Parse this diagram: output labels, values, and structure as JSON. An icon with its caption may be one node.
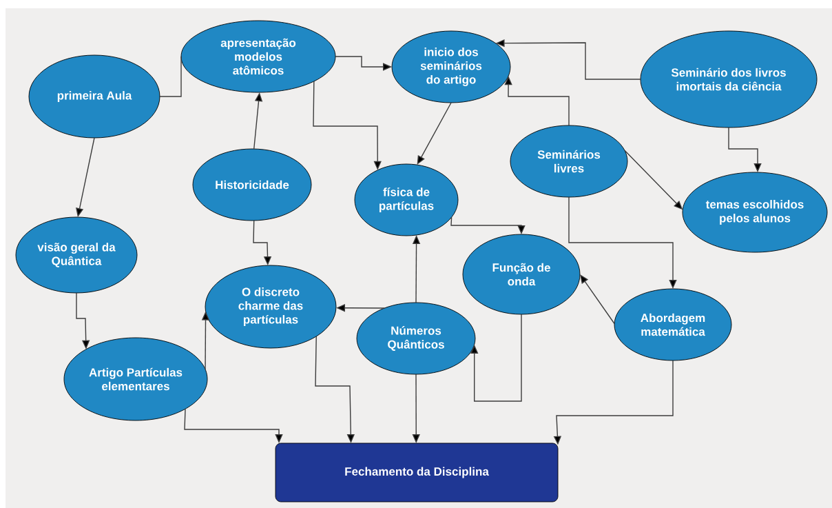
{
  "diagram": {
    "nodes": [
      {
        "text": [
          "primeira Aula"
        ]
      },
      {
        "text": [
          "apresentação modelos atômicos"
        ]
      },
      {
        "text": [
          "inicio dos seminários do artigo"
        ]
      },
      {
        "text": [
          "Seminário dos livros imortais da ciência"
        ]
      },
      {
        "text": [
          "Historicidade"
        ]
      },
      {
        "text": [
          "física de partículas"
        ]
      },
      {
        "text": [
          "Seminários livres"
        ]
      },
      {
        "text": [
          "temas escolhidos pelos alunos"
        ]
      },
      {
        "text": [
          "visão geral da Quântica"
        ]
      },
      {
        "text": [
          "Função de onda"
        ]
      },
      {
        "text": [
          "O discreto charme das partículas"
        ]
      },
      {
        "text": [
          "Números Quânticos"
        ]
      },
      {
        "text": [
          "Abordagem matemática"
        ]
      },
      {
        "text": [
          "Artigo Partículas elementares"
        ]
      },
      {
        "text": [
          "Fechamento da Disciplina"
        ]
      }
    ],
    "edges": [
      {
        "from": 0,
        "to": 1,
        "arrow": "none"
      },
      {
        "from": 0,
        "to": 8,
        "arrow": "to"
      },
      {
        "from": 1,
        "to": 2,
        "arrow": "to"
      },
      {
        "from": 1,
        "to": 5,
        "arrow": "to"
      },
      {
        "from": 4,
        "to": 1,
        "arrow": "to"
      },
      {
        "from": 2,
        "to": 5,
        "arrow": "to"
      },
      {
        "from": 3,
        "to": 2,
        "arrow": "to"
      },
      {
        "from": 6,
        "to": 2,
        "arrow": "to"
      },
      {
        "from": 3,
        "to": 7,
        "arrow": "to"
      },
      {
        "from": 6,
        "to": 7,
        "arrow": "to"
      },
      {
        "from": 6,
        "to": 12,
        "arrow": "to"
      },
      {
        "from": 5,
        "to": 9,
        "arrow": "to"
      },
      {
        "from": 4,
        "to": 10,
        "arrow": "to"
      },
      {
        "from": 11,
        "to": 10,
        "arrow": "to"
      },
      {
        "from": 11,
        "to": 5,
        "arrow": "to"
      },
      {
        "from": 12,
        "to": 9,
        "arrow": "to"
      },
      {
        "from": 9,
        "to": 11,
        "arrow": "to"
      },
      {
        "from": 8,
        "to": 13,
        "arrow": "to"
      },
      {
        "from": 13,
        "to": 10,
        "arrow": "to"
      },
      {
        "from": 13,
        "to": 14,
        "arrow": "to"
      },
      {
        "from": 10,
        "to": 14,
        "arrow": "to"
      },
      {
        "from": 11,
        "to": 14,
        "arrow": "to"
      },
      {
        "from": 12,
        "to": 14,
        "arrow": "to"
      }
    ]
  }
}
